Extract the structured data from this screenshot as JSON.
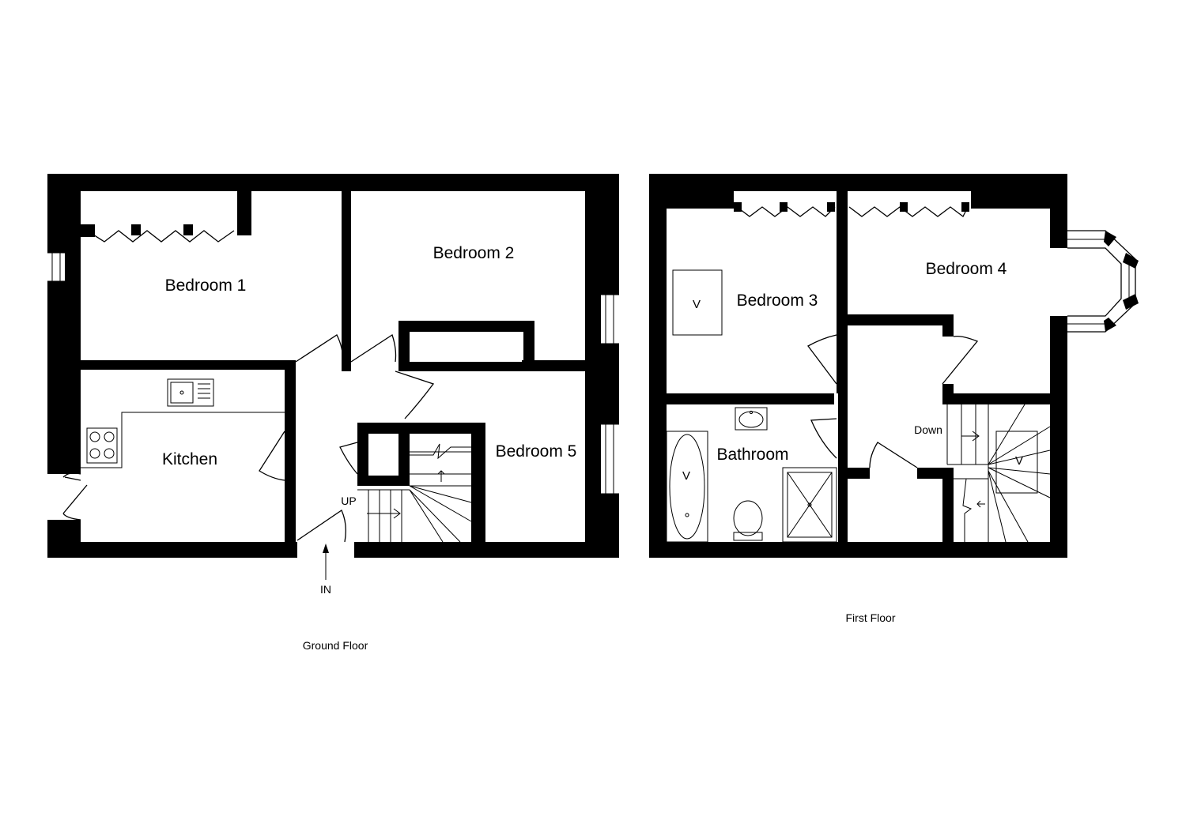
{
  "ground_floor": {
    "caption": "Ground Floor",
    "rooms": {
      "bedroom1": "Bedroom 1",
      "bedroom2": "Bedroom 2",
      "bedroom5": "Bedroom 5",
      "kitchen": "Kitchen"
    },
    "stair_label": "UP",
    "entry_label": "IN"
  },
  "first_floor": {
    "caption": "First Floor",
    "rooms": {
      "bedroom3": "Bedroom 3",
      "bedroom4": "Bedroom 4",
      "bathroom": "Bathroom"
    },
    "stair_label": "Down",
    "valve_marks": [
      "V",
      "V",
      "V"
    ]
  },
  "colors": {
    "wall": "#000000",
    "background": "#ffffff"
  }
}
